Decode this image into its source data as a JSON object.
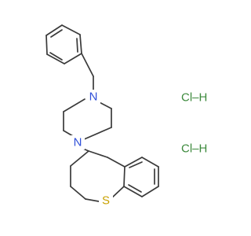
{
  "molecule": {
    "atoms": {
      "n_benzyl": {
        "label": "N",
        "color": "#2f4fd8"
      },
      "n_ring": {
        "label": "N",
        "color": "#2f4fd8"
      },
      "sulfur": {
        "label": "S",
        "color": "#c9a100"
      }
    },
    "salts": [
      {
        "label": "Cl–H",
        "color": "#3d8a3d"
      },
      {
        "label": "Cl–H",
        "color": "#3d8a3d"
      }
    ]
  }
}
